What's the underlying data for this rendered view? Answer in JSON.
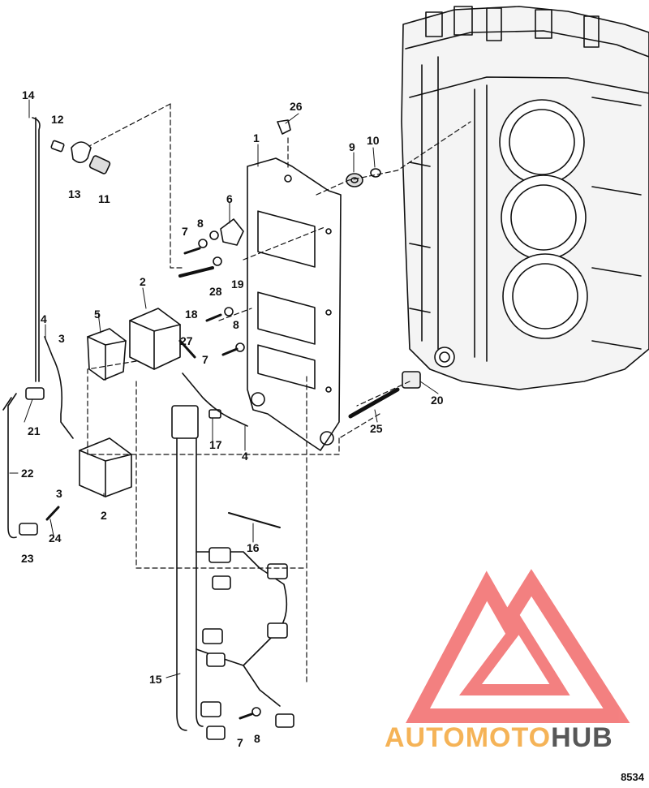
{
  "figure_number": "8534",
  "watermark": {
    "brand_part1": "AUTOMOTO",
    "brand_part2": "HUB",
    "color_accent": "#f4a63a",
    "color_dark": "#3a3a3a",
    "logo_color": "#f26b6b"
  },
  "callouts": {
    "c1": "1",
    "c2a": "2",
    "c2b": "2",
    "c3a": "3",
    "c3b": "3",
    "c4a": "4",
    "c4b": "4",
    "c5": "5",
    "c6": "6",
    "c7a": "7",
    "c7b": "7",
    "c7c": "7",
    "c8a": "8",
    "c8b": "8",
    "c8c": "8",
    "c9": "9",
    "c10": "10",
    "c11": "11",
    "c12": "12",
    "c13": "13",
    "c14": "14",
    "c15": "15",
    "c16": "16",
    "c17": "17",
    "c18": "18",
    "c19": "19",
    "c20": "20",
    "c21": "21",
    "c22": "22",
    "c23": "23",
    "c24": "24",
    "c25": "25",
    "c26": "26",
    "c27": "27",
    "c28": "28"
  }
}
